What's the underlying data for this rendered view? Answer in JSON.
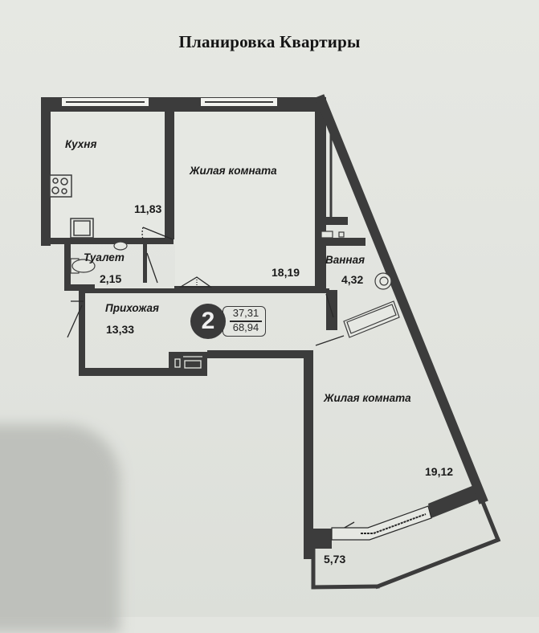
{
  "document": {
    "title": "Планировка Квартиры"
  },
  "apartment": {
    "rooms_count": "2",
    "living_area": "37,31",
    "total_area": "68,94"
  },
  "rooms": [
    {
      "id": "kitchen",
      "name": "Кухня",
      "area": "11,83"
    },
    {
      "id": "living-room-1",
      "name": "Жилая комната",
      "area": "18,19"
    },
    {
      "id": "toilet",
      "name": "Туалет",
      "area": "2,15"
    },
    {
      "id": "bathroom",
      "name": "Ванная",
      "area": "4,32"
    },
    {
      "id": "hallway",
      "name": "Прихожая",
      "area": "13,33"
    },
    {
      "id": "living-room-2",
      "name": "Жилая комната",
      "area": "19,12"
    },
    {
      "id": "balcony",
      "name": "",
      "area": "5,73"
    }
  ],
  "colors": {
    "wall": "#3c3c3c",
    "paper": "#e3e5e0",
    "text": "#1a1a1a"
  }
}
